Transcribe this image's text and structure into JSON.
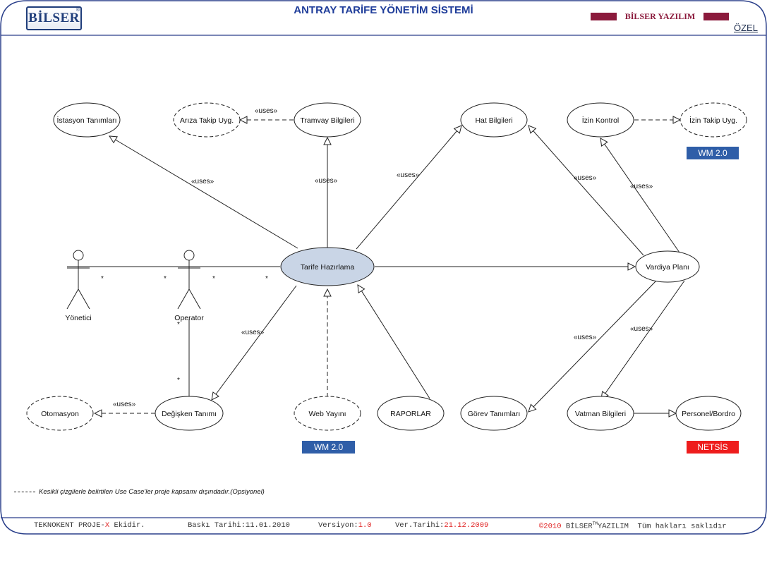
{
  "header": {
    "logo": "BİLSER",
    "logo_mark": "®",
    "title": "ANTRAY TARİFE YÖNETİM SİSTEMİ",
    "brand": "BİLSER YAZILIM",
    "corner_label": "ÖZEL",
    "brand_color": "#8b1a3c",
    "title_color": "#1f3d9a"
  },
  "diagram": {
    "actors": {
      "yonetici": "Yönetici",
      "operator": "Operator"
    },
    "use_cases": {
      "istasyon": "İstasyon Tanımları",
      "ariza": "Arıza Takip Uyg.",
      "tramvay": "Tramvay Bilgileri",
      "hat": "Hat Bilgileri",
      "izin_kontrol": "İzin Kontrol",
      "izin_takip": "İzin Takip Uyg.",
      "tarife": "Tarife Hazırlama",
      "vardiya": "Vardiya Planı",
      "otomasyon": "Otomasyon",
      "degisken": "Değişken Tanımı",
      "web": "Web Yayını",
      "raporlar": "RAPORLAR",
      "gorev": "Görev Tanımları",
      "vatman": "Vatman Bilgileri",
      "personel": "Personel/Bordro"
    },
    "uses_label": "«uses»",
    "multiplicity": "*",
    "badges": {
      "wm_top": "WM 2.0",
      "wm_bottom": "WM 2.0",
      "netsis": "NETSİS"
    },
    "colors": {
      "wm": "#2f5ea8",
      "netsis": "#ee1c1c",
      "tarife_fill": "#c9d5e6"
    }
  },
  "note": "Kesikli çizgilerle belirtilen Use Case'ler proje kapsamı dışındadır.(Opsiyonel)",
  "footer": {
    "proje_a": "TEKNOKENT PROJE-",
    "proje_x": "X",
    "proje_b": " Ekidir.",
    "baski": "Baskı Tarihi:11.01.2010",
    "versiyon_label": "Versiyon:",
    "versiyon_value": "1.0",
    "ver_tarihi_label": "Ver.Tarihi:",
    "ver_tarihi_value": "21.12.2009",
    "copyright": "©2010",
    "company": " BİLSER",
    "tm": "TM",
    "rest": "YAZILIM  Tüm hakları saklıdır"
  }
}
